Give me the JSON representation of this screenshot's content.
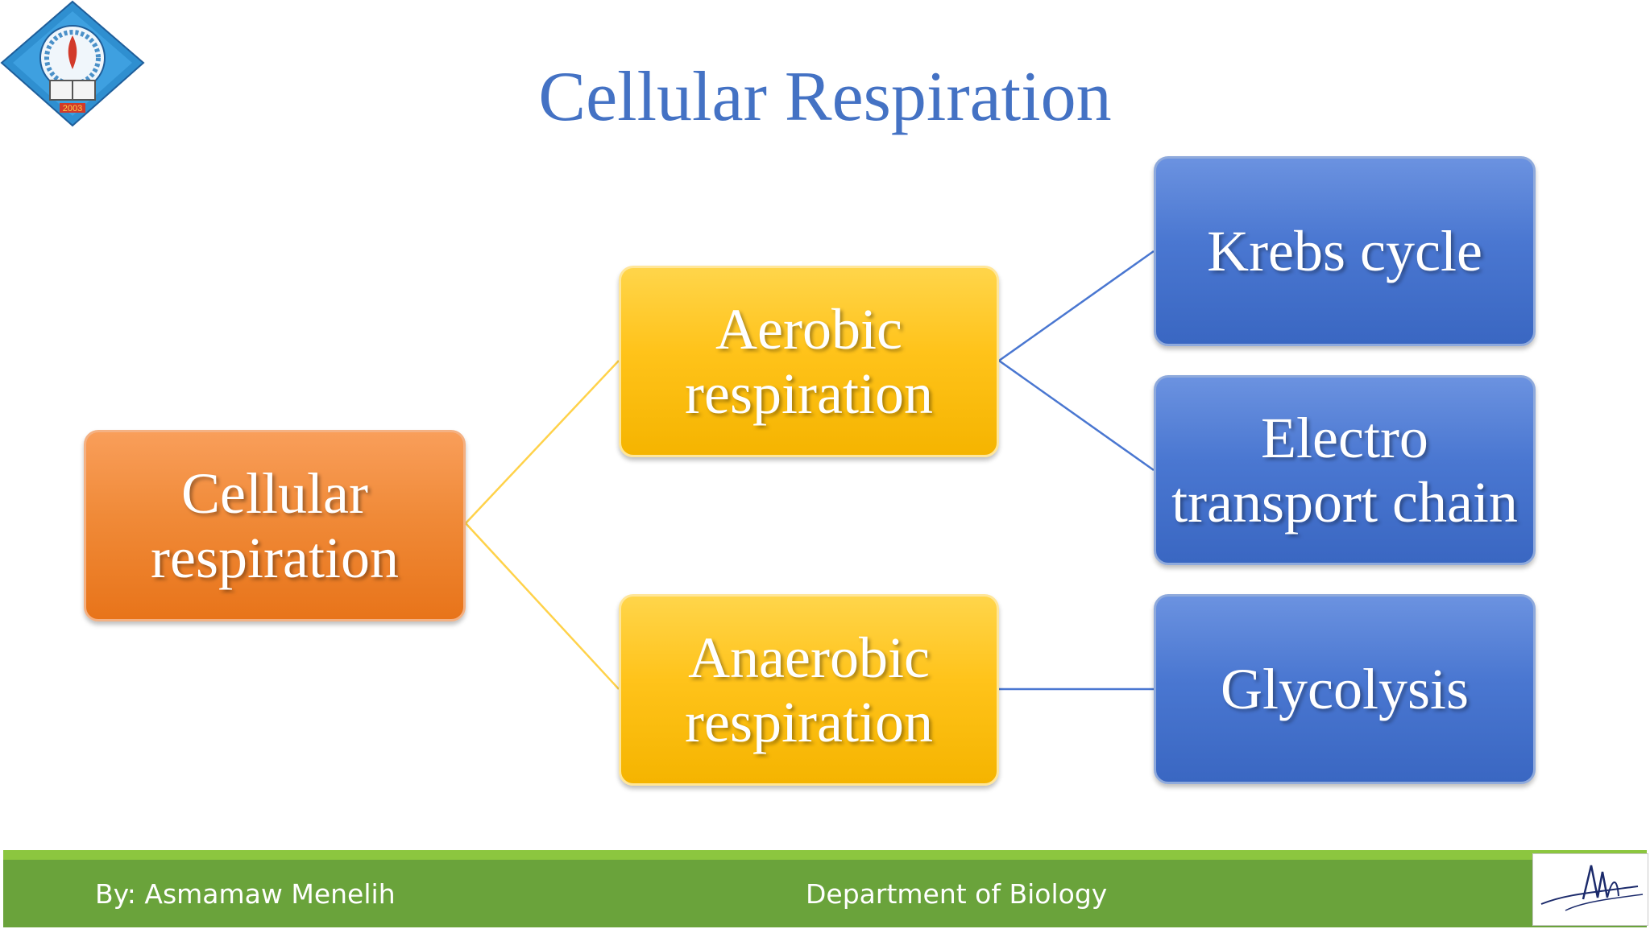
{
  "slide": {
    "title": "Cellular Respiration"
  },
  "diagram": {
    "root": {
      "line1": "Cellular",
      "line2": "respiration"
    },
    "aerobic": {
      "line1": "Aerobic",
      "line2": "respiration"
    },
    "anaerobic": {
      "line1": "Anaerobic",
      "line2": "respiration"
    },
    "krebs": {
      "label": "Krebs cycle"
    },
    "etc": {
      "line1": "Electro",
      "line2": "transport chain"
    },
    "glycolysis": {
      "label": "Glycolysis"
    }
  },
  "footer": {
    "author": "By: Asmamaw Menelih",
    "department": "Department of Biology"
  },
  "colors": {
    "title": "#4472C4",
    "root_fill": "#F08A38",
    "mid_fill": "#FFC31A",
    "leaf_fill": "#4A77D1",
    "yellow_connector": "#FFD24A",
    "blue_connector": "#4A77D1",
    "footer_bar": "#6AA33B",
    "footer_top_stripe": "#8CC63F"
  },
  "logo": {
    "icon": "university-logo-icon",
    "text": "2003"
  },
  "signature": {
    "icon": "signature-icon"
  }
}
